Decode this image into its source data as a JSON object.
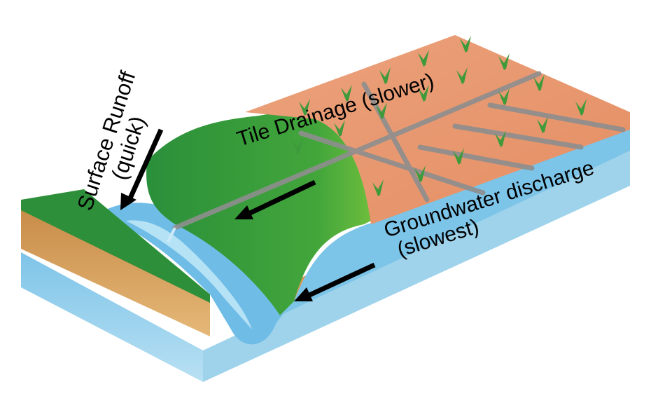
{
  "labels": {
    "surface_runoff_line1": "Surface Runoff",
    "surface_runoff_line2": "(quick)",
    "tile_drainage": "Tile Drainage (slower)",
    "groundwater_line1": "Groundwater discharge",
    "groundwater_line2": "(slowest)"
  },
  "colors": {
    "water": "#9fd3ec",
    "water_dark": "#5ab2dc",
    "grass": "#2f9a3e",
    "grass_light": "#5fbf3a",
    "field": "#e8a07a",
    "soil": "#d9a05a",
    "tile_pipe": "#9a9a9a",
    "arrow": "#000000"
  }
}
